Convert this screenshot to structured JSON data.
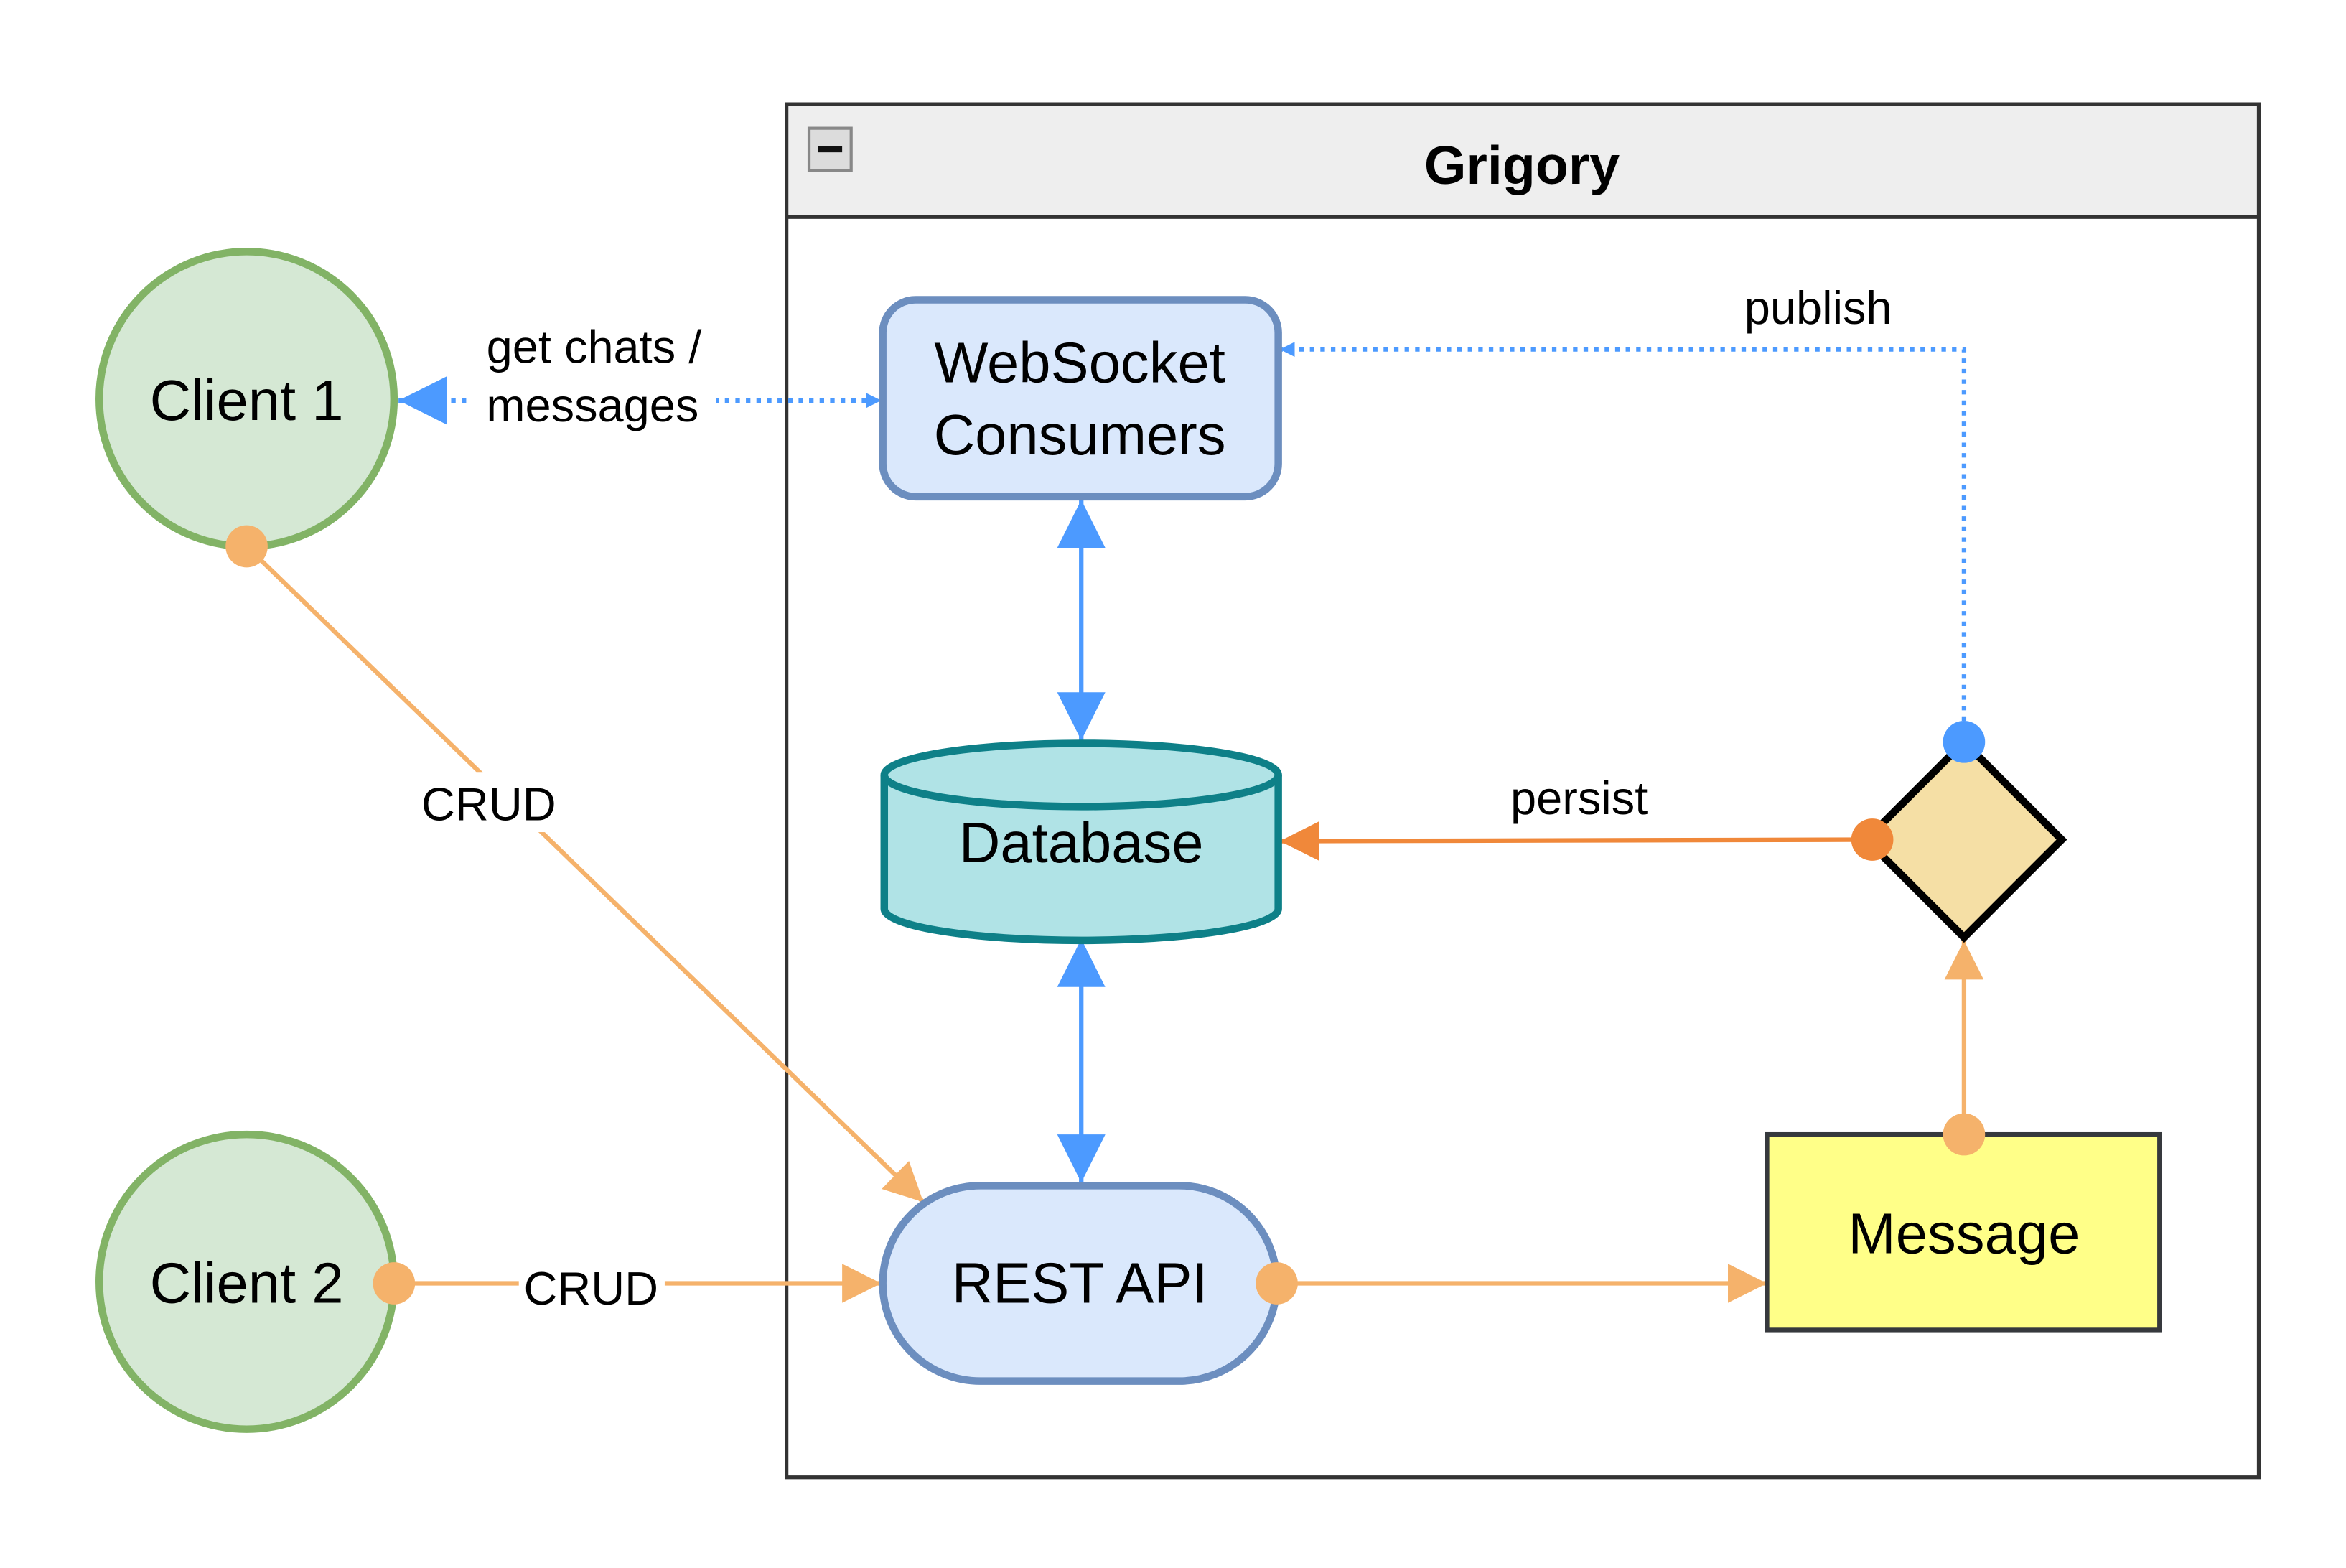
{
  "container": {
    "title": "Grigory",
    "collapse_symbol": "−",
    "colors": {
      "header_fill": "#eeeeee",
      "border": "#333333"
    }
  },
  "nodes": {
    "client1": {
      "label": "Client 1",
      "shape": "circle",
      "fill": "#d5e8d4",
      "stroke": "#82b366"
    },
    "client2": {
      "label": "Client 2",
      "shape": "circle",
      "fill": "#d5e8d4",
      "stroke": "#82b366"
    },
    "websocket": {
      "line1": "WebSocket",
      "line2": "Consumers",
      "shape": "rounded-rect",
      "fill": "#dae8fc",
      "stroke": "#6c8ebf"
    },
    "database": {
      "label": "Database",
      "shape": "cylinder",
      "fill": "#b0e3e6",
      "stroke": "#0e8088"
    },
    "rest_api": {
      "label": "REST API",
      "shape": "stadium",
      "fill": "#dae8fc",
      "stroke": "#6c8ebf"
    },
    "message": {
      "label": "Message",
      "shape": "rect",
      "fill": "#ffff88",
      "stroke": "#36393d"
    },
    "decision": {
      "label": "",
      "shape": "diamond",
      "fill": "#f5dfa5",
      "stroke": "#000000"
    }
  },
  "edges": {
    "client1_websocket": {
      "label_line1": "get chats /",
      "label_line2": "messages",
      "style": "dotted",
      "color": "#4c9aff",
      "direction": "both"
    },
    "client1_restapi": {
      "label": "CRUD",
      "style": "solid",
      "color": "#f5b26b",
      "direction": "forward"
    },
    "client2_restapi": {
      "label": "CRUD",
      "style": "solid",
      "color": "#f5b26b",
      "direction": "forward"
    },
    "websocket_database": {
      "label": "",
      "style": "solid",
      "color": "#4c9aff",
      "direction": "both"
    },
    "database_restapi": {
      "label": "",
      "style": "solid",
      "color": "#4c9aff",
      "direction": "both"
    },
    "restapi_message": {
      "label": "",
      "style": "solid",
      "color": "#f5b26b",
      "direction": "forward"
    },
    "message_decision": {
      "label": "",
      "style": "solid",
      "color": "#f5b26b",
      "direction": "forward"
    },
    "decision_database": {
      "label": "persist",
      "style": "solid",
      "color": "#f0883a",
      "direction": "forward"
    },
    "decision_websocket": {
      "label": "publish",
      "style": "dotted",
      "color": "#4c9aff",
      "direction": "forward"
    }
  }
}
